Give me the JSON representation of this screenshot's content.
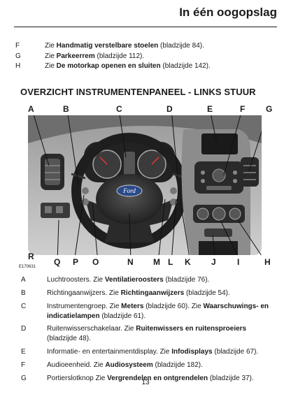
{
  "header": {
    "title": "In één oogopslag"
  },
  "top_list": [
    {
      "letter": "F",
      "pre": "Zie ",
      "bold": "Handmatig verstelbare stoelen",
      "post": " (bladzijde 84)."
    },
    {
      "letter": "G",
      "pre": "Zie ",
      "bold": "Parkeerrem",
      "post": " (bladzijde 112)."
    },
    {
      "letter": "H",
      "pre": "Zie ",
      "bold": "De motorkap openen en sluiten",
      "post": " (bladzijde 142)."
    }
  ],
  "section": {
    "title": "OVERZICHT INSTRUMENTENPANEEL - LINKS STUUR"
  },
  "callouts_top": [
    "A",
    "B",
    "C",
    "D",
    "E",
    "F",
    "G"
  ],
  "callouts_bottom": [
    "R",
    "Q",
    "P",
    "O",
    "N",
    "M",
    "L",
    "K",
    "J",
    "I",
    "H"
  ],
  "figure": {
    "id": "E170631",
    "logo": "Ford"
  },
  "legend": [
    {
      "letter": "A",
      "pre": "Luchtroosters.  Zie ",
      "bold": "Ventilatieroosters",
      "post": " (bladzijde 76)."
    },
    {
      "letter": "B",
      "pre": "Richtingaanwijzers.  Zie ",
      "bold": "Richtingaanwijzers",
      "post": " (bladzijde 54)."
    },
    {
      "letter": "C",
      "pre": "Instrumentengroep.  Zie ",
      "bold": "Meters",
      "post": " (bladzijde 60).  Zie ",
      "bold2": "Waarschuwings- en indicatielampen",
      "post2": " (bladzijde 61)."
    },
    {
      "letter": "D",
      "pre": "Ruitenwisserschakelaar.  Zie ",
      "bold": "Ruitenwissers en ruitensproeiers",
      "post": " (bladzijde 48)."
    },
    {
      "letter": "E",
      "pre": "Informatie- en entertainmentdisplay.  Zie ",
      "bold": "Infodisplays",
      "post": " (bladzijde 67)."
    },
    {
      "letter": "F",
      "pre": "Audioeenheid.  Zie ",
      "bold": "Audiosysteem",
      "post": " (bladzijde 182)."
    },
    {
      "letter": "G",
      "pre": "Portierslotknop  Zie ",
      "bold": "Vergrendelen en ontgrendelen",
      "post": " (bladzijde 37)."
    }
  ],
  "page": {
    "number": "13"
  }
}
